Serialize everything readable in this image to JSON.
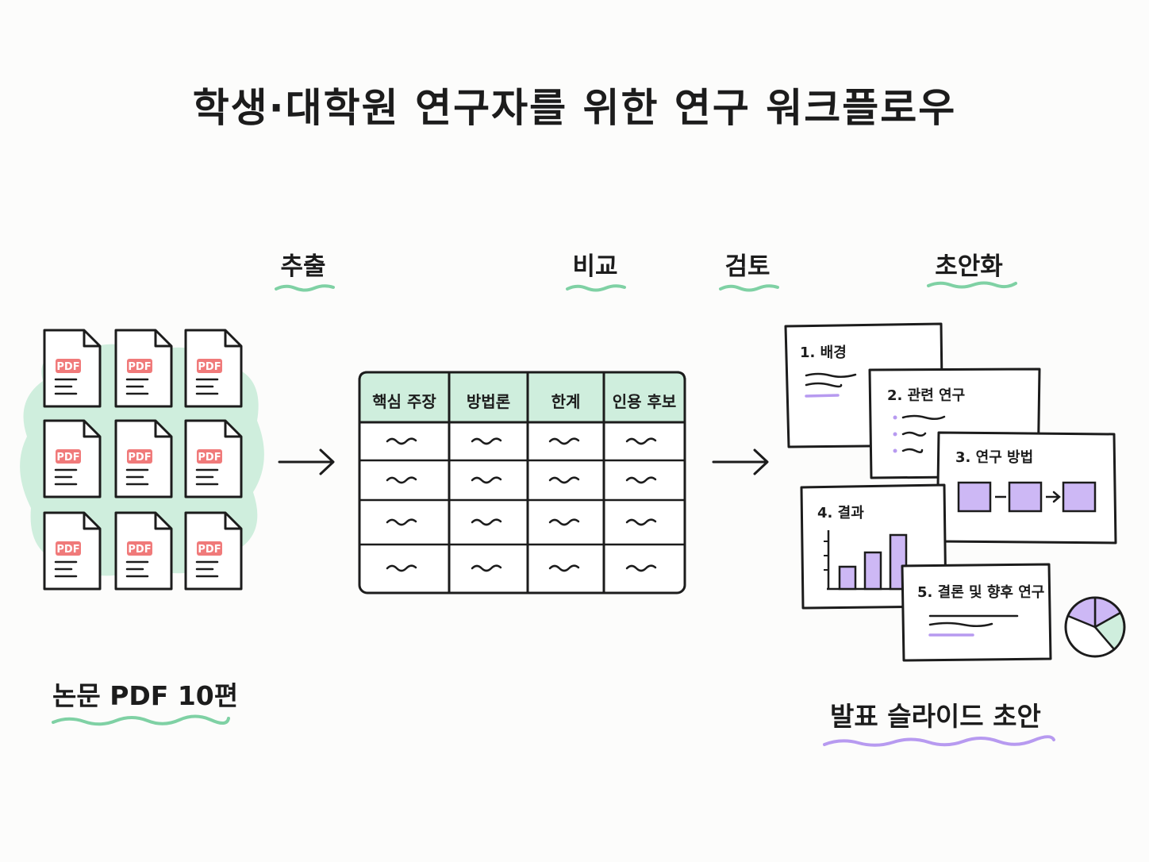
{
  "title": "학생·대학원 연구자를 위한 연구 워크플로우",
  "steps": [
    {
      "label": "추출"
    },
    {
      "label": "비교"
    },
    {
      "label": "검토"
    },
    {
      "label": "초안화"
    }
  ],
  "input_label": "논문 PDF 10편",
  "output_label": "발표 슬라이드 초안",
  "pdf_badge": "PDF",
  "table": {
    "headers": [
      "핵심 주장",
      "방법론",
      "한계",
      "인용 후보"
    ]
  },
  "slides": [
    {
      "title": "1. 배경"
    },
    {
      "title": "2. 관련 연구"
    },
    {
      "title": "3. 연구 방법"
    },
    {
      "title": "4. 결과"
    },
    {
      "title": "5. 결론 및 향후 연구"
    }
  ],
  "colors": {
    "green": "#7fd1a4",
    "green_fill": "#cfeedd",
    "purple": "#b79af0",
    "purple_fill": "#cdb8f5",
    "pdf_red": "#f07a7a",
    "ink": "#1c1c1c"
  }
}
